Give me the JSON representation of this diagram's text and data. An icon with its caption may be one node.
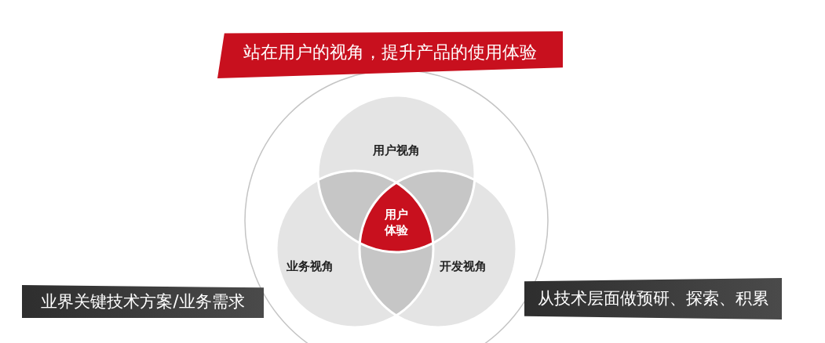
{
  "diagram": {
    "nodes": [
      {
        "text": [
          "站在用户的视角，提升产品的使用体验"
        ]
      },
      {
        "text": [
          "用户视角"
        ]
      },
      {
        "text": [
          "业务视角"
        ]
      },
      {
        "text": [
          "开发视角"
        ]
      },
      {
        "text": [
          "用户体验"
        ]
      },
      {
        "text": [
          "业界关键技术方案/业务需求"
        ]
      },
      {
        "text": [
          "从技术层面做预研、探索、积累"
        ]
      }
    ]
  }
}
